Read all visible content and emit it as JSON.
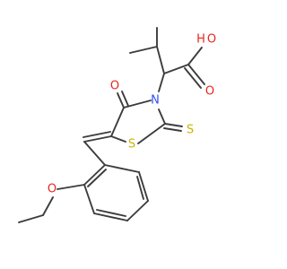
{
  "molecule": {
    "atoms": {
      "o_acid_hydroxyl": "O",
      "h_acid_hydroxyl": "H",
      "o_acid_carbonyl": "O",
      "n_ring": "N",
      "o_ring_carbonyl": "O",
      "s_ring": "S",
      "s_thione": "S",
      "o_methoxy": "O"
    }
  },
  "colors": {
    "bond": "#3c3c3c",
    "oxygen": "#e8261d",
    "nitrogen": "#3050f8",
    "sulfur": "#c8b400"
  }
}
